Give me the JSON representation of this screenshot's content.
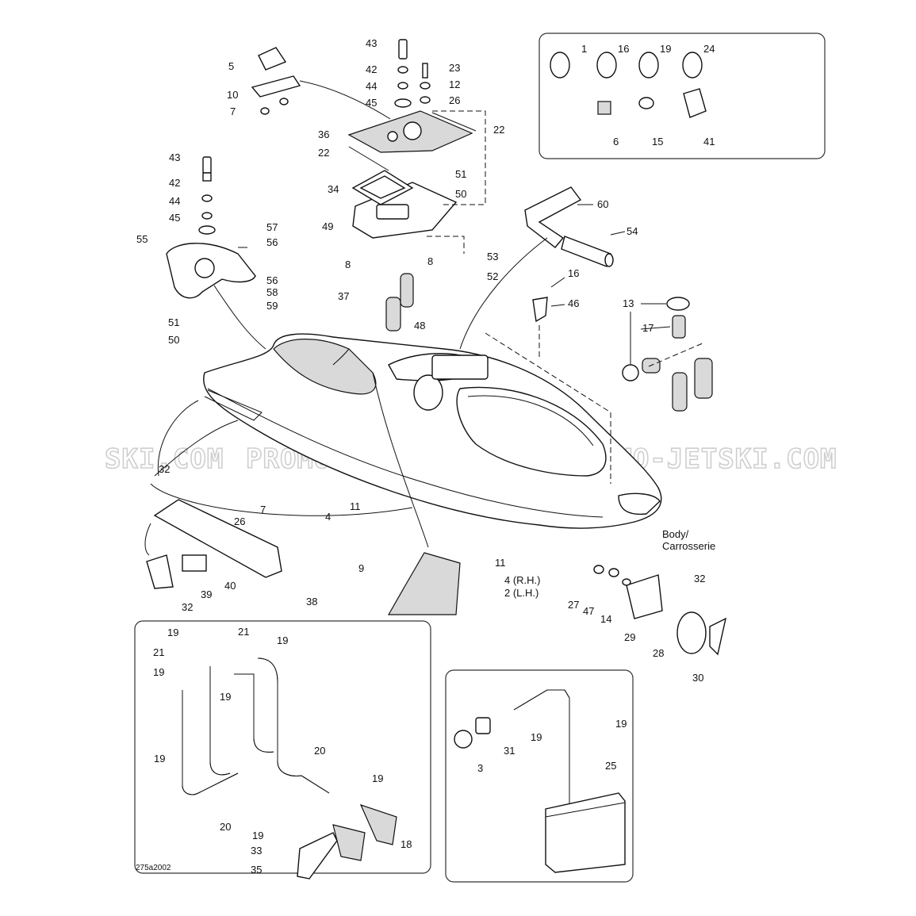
{
  "watermark": {
    "left": "SKI.COM",
    "center": "PROMO-JETSKI.COM",
    "right": "PROMO-JETSKI.COM"
  },
  "body_label": {
    "line1": "Body/",
    "line2": "Carrosserie"
  },
  "side_labels": {
    "right_hand": "4 (R.H.)",
    "left_hand": "2 (L.H.)"
  },
  "figure_code": "275a2002",
  "callouts": {
    "n1": "1",
    "n2": "2",
    "n3": "3",
    "n4": "4",
    "n5": "5",
    "n6": "6",
    "n7": "7",
    "n8": "8",
    "n9": "9",
    "n10": "10",
    "n11": "11",
    "n12": "12",
    "n13": "13",
    "n14": "14",
    "n15": "15",
    "n16": "16",
    "n17": "17",
    "n18": "18",
    "n19": "19",
    "n20": "20",
    "n21": "21",
    "n22": "22",
    "n23": "23",
    "n24": "24",
    "n25": "25",
    "n26": "26",
    "n27": "27",
    "n28": "28",
    "n29": "29",
    "n30": "30",
    "n31": "31",
    "n32": "32",
    "n33": "33",
    "n34": "34",
    "n35": "35",
    "n36": "36",
    "n37": "37",
    "n38": "38",
    "n39": "39",
    "n40": "40",
    "n41": "41",
    "n42": "42",
    "n43": "43",
    "n44": "44",
    "n45": "45",
    "n46": "46",
    "n47": "47",
    "n48": "48",
    "n49": "49",
    "n50": "50",
    "n51": "51",
    "n52": "52",
    "n53": "53",
    "n54": "54",
    "n55": "55",
    "n56": "56",
    "n57": "57",
    "n58": "58",
    "n59": "59",
    "n60": "60"
  }
}
